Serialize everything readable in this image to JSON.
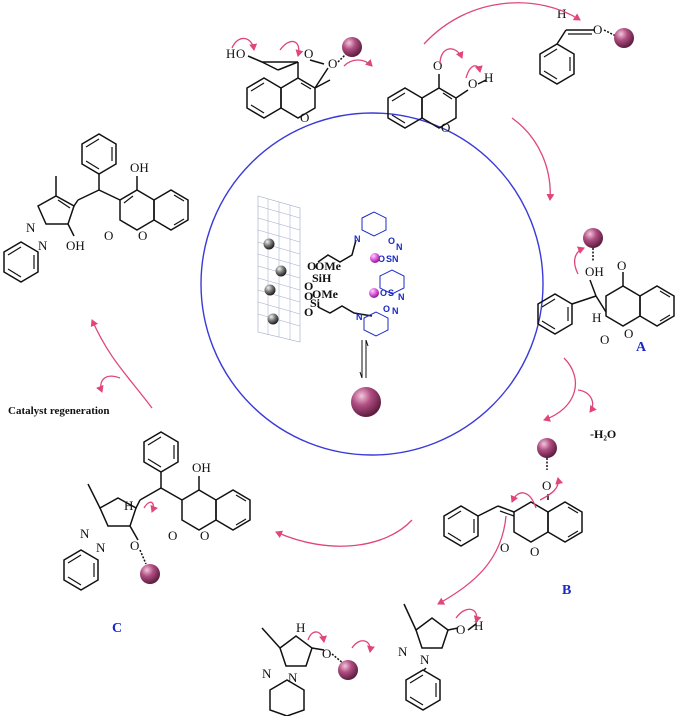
{
  "labels": {
    "A": "A",
    "B": "B",
    "C": "C",
    "catalyst_regeneration": "Catalyst regeneration",
    "water_loss": "-H₂O"
  },
  "catalyst_text": {
    "ome1": "OMe",
    "sih": "SiH",
    "o1": "O",
    "o2": "O",
    "ome2": "OMe",
    "si": "Si",
    "o3": "O"
  },
  "colors": {
    "circle": "#3a3ad8",
    "arrows": "#e0457b",
    "label_blue": "#1a28c8",
    "ball": "#8a2f5c"
  }
}
